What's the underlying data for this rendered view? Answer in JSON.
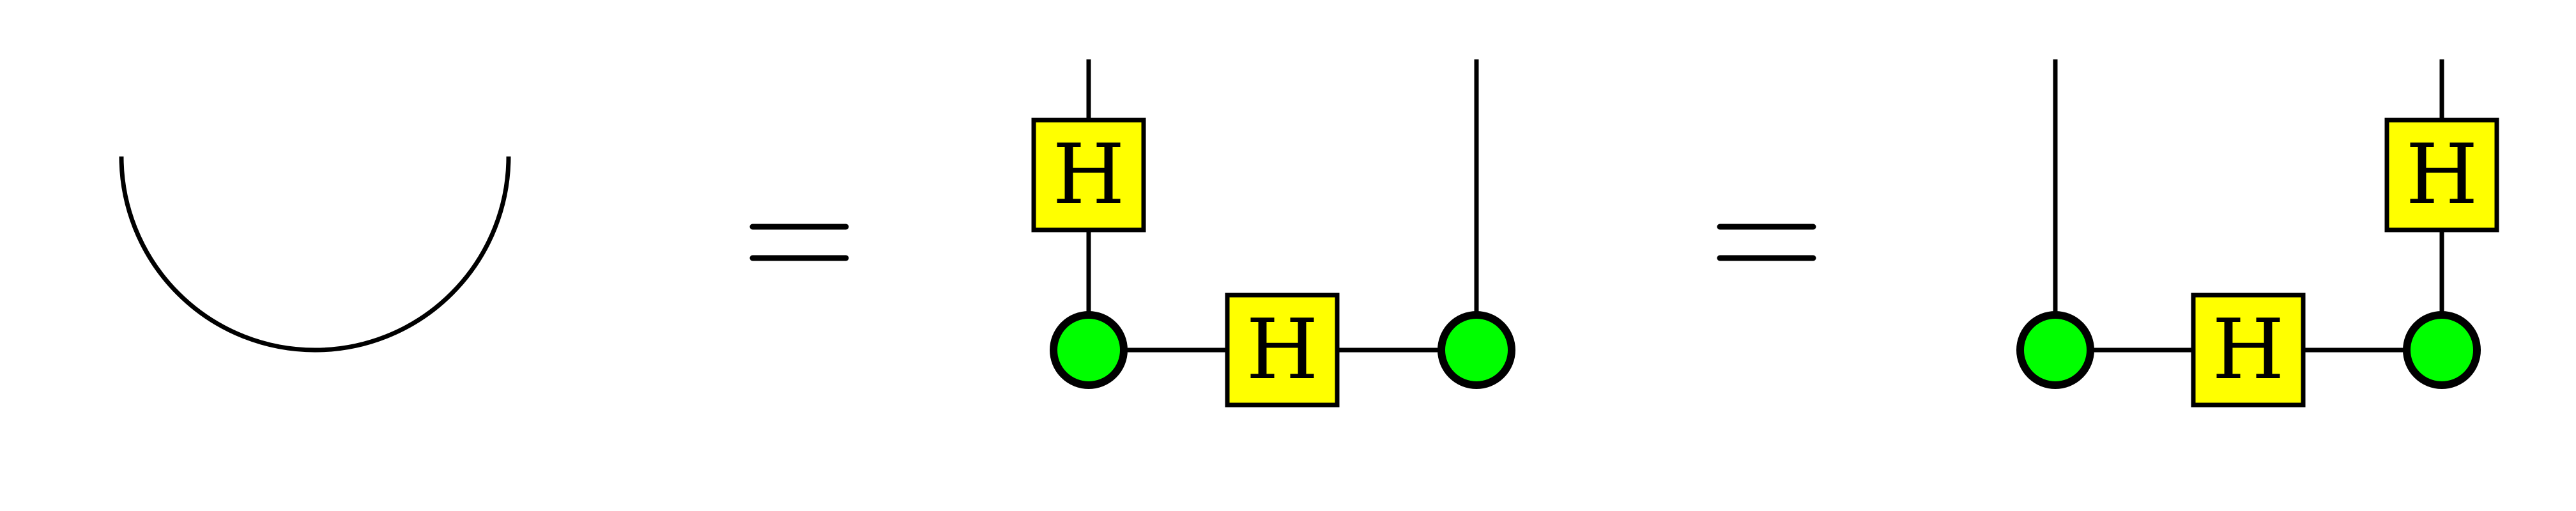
{
  "colors": {
    "background": "#ffffff",
    "wire": "#000000",
    "hadamard_fill": "#ffff00",
    "spider_fill": "#00ff00"
  },
  "hadamard_label": "H",
  "terms": [
    {
      "kind": "cup"
    },
    {
      "kind": "equals"
    },
    {
      "kind": "diagram",
      "hadamard_on_output": "left"
    },
    {
      "kind": "equals"
    },
    {
      "kind": "diagram",
      "hadamard_on_output": "right"
    }
  ]
}
